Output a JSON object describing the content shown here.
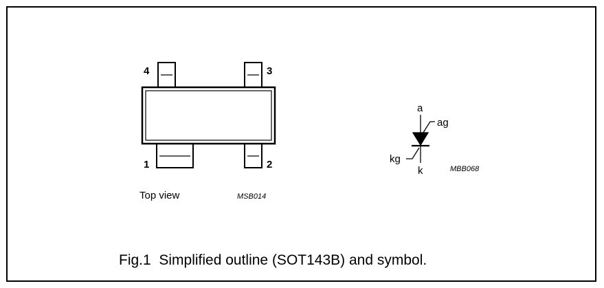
{
  "outline": {
    "pin_labels": {
      "p1": "1",
      "p2": "2",
      "p3": "3",
      "p4": "4"
    },
    "view_label": "Top view",
    "ref_code": "MSB014"
  },
  "symbol": {
    "labels": {
      "anode": "a",
      "anode_gate": "ag",
      "cathode_gate": "kg",
      "cathode": "k"
    },
    "ref_code": "MBB068"
  },
  "caption": "Fig.1  Simplified outline (SOT143B) and symbol."
}
